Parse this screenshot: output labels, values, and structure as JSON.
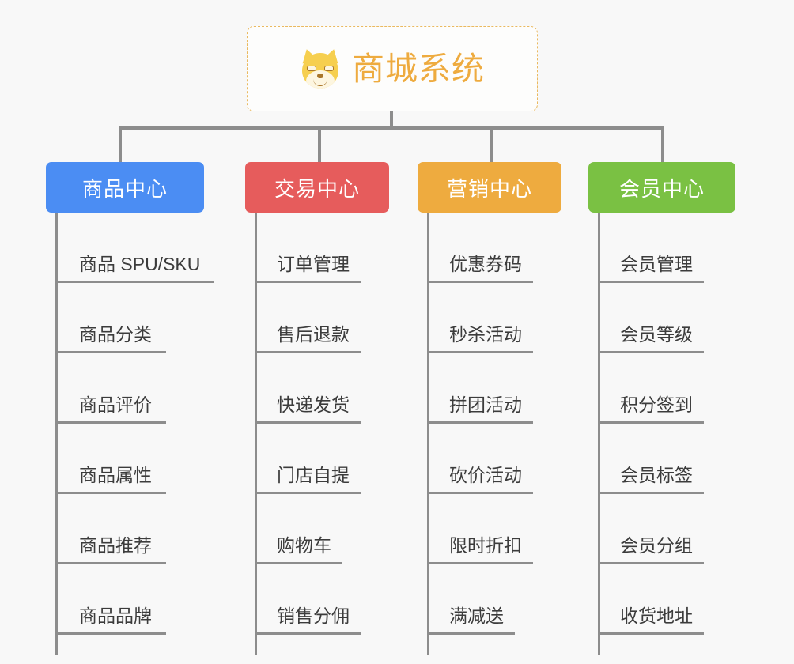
{
  "root": {
    "title": "商城系统",
    "icon": "shiba-dog-face-emoji",
    "title_color": "#eeab3f",
    "border_color": "#eab95f"
  },
  "theme": {
    "background": "#f8f8f8",
    "connector_color": "#8d8d8d",
    "leaf_text_color": "#3c3c3c"
  },
  "columns": [
    {
      "title": "商品中心",
      "color": "#4b8df3",
      "items": [
        "商品 SPU/SKU",
        "商品分类",
        "商品评价",
        "商品属性",
        "商品推荐",
        "商品品牌"
      ]
    },
    {
      "title": "交易中心",
      "color": "#e65c5c",
      "items": [
        "订单管理",
        "售后退款",
        "快递发货",
        "门店自提",
        "购物车",
        "销售分佣"
      ]
    },
    {
      "title": "营销中心",
      "color": "#eeab3f",
      "items": [
        "优惠券码",
        "秒杀活动",
        "拼团活动",
        "砍价活动",
        "限时折扣",
        "满减送"
      ]
    },
    {
      "title": "会员中心",
      "color": "#7ac143",
      "items": [
        "会员管理",
        "会员等级",
        "积分签到",
        "会员标签",
        "会员分组",
        "收货地址"
      ]
    }
  ]
}
